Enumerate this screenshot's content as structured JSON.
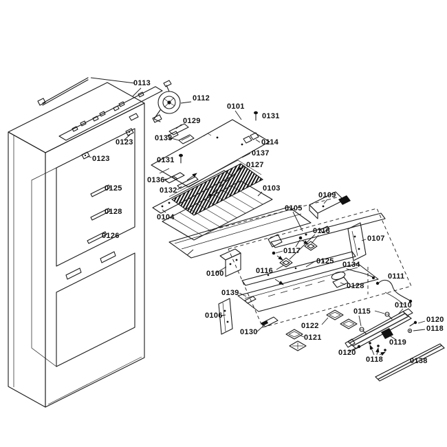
{
  "diagram": {
    "type": "exploded-parts-diagram",
    "subject": "refrigerator cabinet, evaporator and drawer assembly",
    "background_color": "#ffffff",
    "line_color": "#1a1a1a",
    "labels": [
      {
        "id": "0113",
        "text": "0113"
      },
      {
        "id": "0112",
        "text": "0112"
      },
      {
        "id": "0101",
        "text": "0101"
      },
      {
        "id": "0131-top",
        "text": "0131"
      },
      {
        "id": "0129",
        "text": "0129"
      },
      {
        "id": "0133",
        "text": "0133"
      },
      {
        "id": "0123-right",
        "text": "0123"
      },
      {
        "id": "0123-left",
        "text": "0123"
      },
      {
        "id": "0131-center",
        "text": "0131"
      },
      {
        "id": "0114",
        "text": "0114"
      },
      {
        "id": "0137",
        "text": "0137"
      },
      {
        "id": "0127",
        "text": "0127"
      },
      {
        "id": "0136",
        "text": "0136"
      },
      {
        "id": "0132",
        "text": "0132"
      },
      {
        "id": "0103",
        "text": "0103"
      },
      {
        "id": "0104",
        "text": "0104"
      },
      {
        "id": "0125-cabinet",
        "text": "0125"
      },
      {
        "id": "0128-cabinet",
        "text": "0128"
      },
      {
        "id": "0126-cabinet",
        "text": "0126"
      },
      {
        "id": "0105",
        "text": "0105"
      },
      {
        "id": "0109",
        "text": "0109"
      },
      {
        "id": "0116-upper",
        "text": "0116"
      },
      {
        "id": "0107",
        "text": "0107"
      },
      {
        "id": "0117",
        "text": "0117"
      },
      {
        "id": "0125-assembly",
        "text": "0125"
      },
      {
        "id": "0134",
        "text": "0134"
      },
      {
        "id": "0111",
        "text": "0111"
      },
      {
        "id": "0100",
        "text": "0100"
      },
      {
        "id": "0116-lower",
        "text": "0116"
      },
      {
        "id": "0128-assembly",
        "text": "0128"
      },
      {
        "id": "0139",
        "text": "0139"
      },
      {
        "id": "0110",
        "text": "0110"
      },
      {
        "id": "0115",
        "text": "0115"
      },
      {
        "id": "0106",
        "text": "0106"
      },
      {
        "id": "0130",
        "text": "0130"
      },
      {
        "id": "0122",
        "text": "0122"
      },
      {
        "id": "0121",
        "text": "0121"
      },
      {
        "id": "0120-right",
        "text": "0120"
      },
      {
        "id": "0118-right",
        "text": "0118"
      },
      {
        "id": "0119",
        "text": "0119"
      },
      {
        "id": "0120-lower",
        "text": "0120"
      },
      {
        "id": "0118-lower",
        "text": "0118"
      },
      {
        "id": "0138",
        "text": "0138"
      }
    ]
  }
}
